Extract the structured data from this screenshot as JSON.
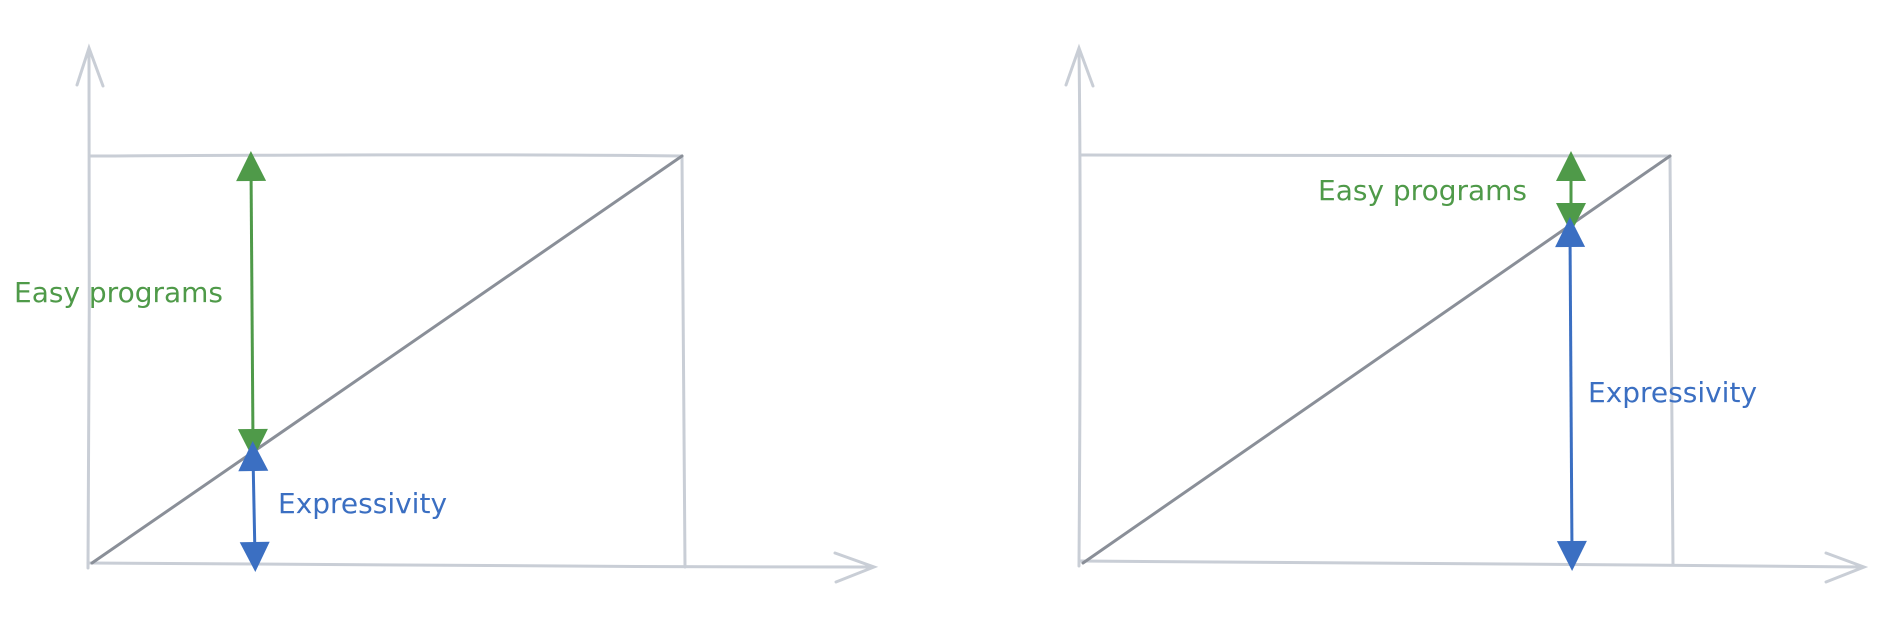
{
  "colors": {
    "axis": "#c9ced6",
    "diagonal": "#8a8f98",
    "green": "#4f9a49",
    "blue": "#3b6fc2"
  },
  "panels": [
    {
      "easy_label": "Easy programs",
      "expr_label": "Expressivity"
    },
    {
      "easy_label": "Easy programs",
      "expr_label": "Expressivity"
    }
  ]
}
